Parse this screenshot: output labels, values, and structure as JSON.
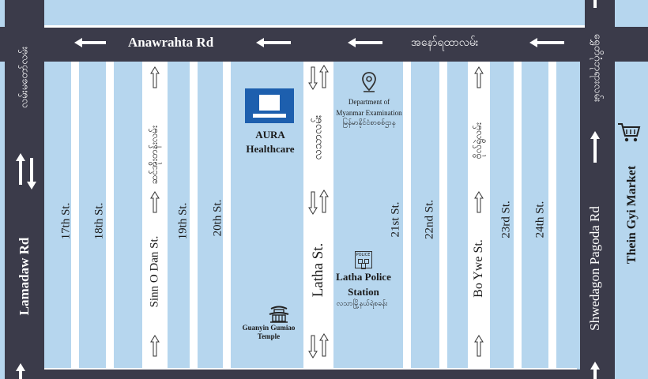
{
  "roads": {
    "top_en": "Anawrahta Rd",
    "top_my": "အနော်ရထာလမ်း",
    "left_en": "Lamadaw Rd",
    "left_my": "လမ်းမတော်လမ်း",
    "right_en": "Shwedagon Pagoda Rd",
    "right_my": "ရွှေတိဂုံဘုရားလမ်း"
  },
  "streets": {
    "s17": "17th St.",
    "s18": "18th St.",
    "sinn_en": "Sinn O Dan St.",
    "sinn_my": "ဆင်အိုးတန်းလမ်း",
    "s19": "19th St.",
    "s20": "20th St.",
    "latha_en": "Latha St.",
    "latha_my": "လသာလမ်း",
    "s21": "21st St.",
    "s22": "22nd St.",
    "boywe_en": "Bo Ywe St.",
    "boywe_my": "ဗိုလ်ရွဲလမ်း",
    "s23": "23rd St.",
    "s24": "24th St."
  },
  "pois": {
    "aura_line1": "AURA",
    "aura_line2": "Healthcare",
    "exam_line1": "Department of",
    "exam_line2": "Myanmar Examination",
    "exam_my": "မြန်မာနိုင်ငံစာစစ်ဌာန",
    "police_line1": "Latha Police",
    "police_line2": "Station",
    "police_my": "လသာမြို့နယ်ရဲစခန်း",
    "police_badge": "POLICE",
    "temple_line1": "Guanyin Gumiao",
    "temple_line2": "Temple",
    "market": "Thein Gyi Market"
  },
  "icons": [
    "arrow-left-icon",
    "arrow-up-icon",
    "arrow-updown-icon",
    "aura-logo-icon",
    "location-pin-icon",
    "police-building-icon",
    "temple-icon",
    "shopping-cart-icon"
  ],
  "colors": {
    "road": "#3b3b4a",
    "block": "#b6d6ee",
    "street": "#ffffff",
    "aura": "#1d5fae"
  }
}
